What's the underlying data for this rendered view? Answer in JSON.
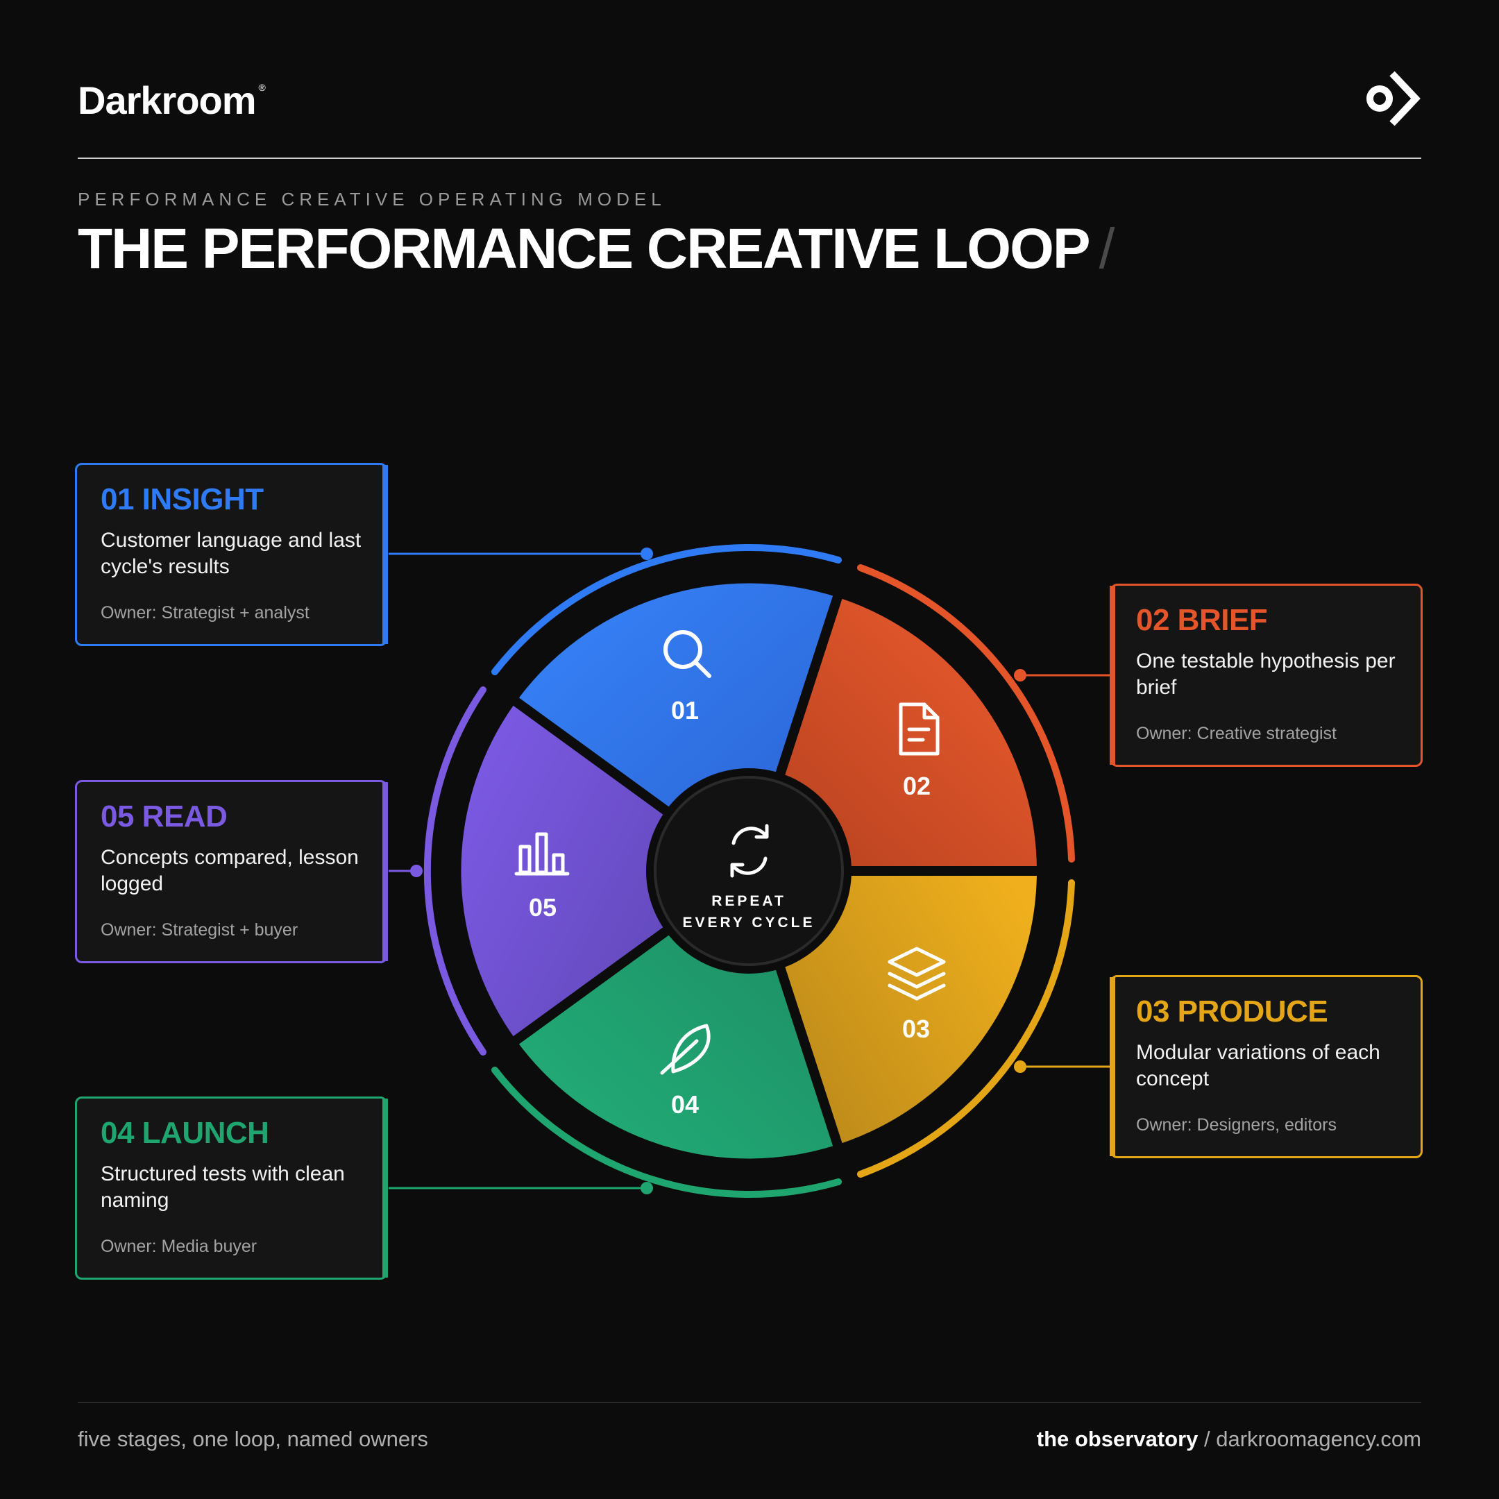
{
  "header": {
    "brand": "Darkroom",
    "brand_mark": "®",
    "logo_icon": "darkroom-arrow-logo-icon"
  },
  "eyebrow": "PERFORMANCE CREATIVE OPERATING MODEL",
  "title": "THE PERFORMANCE CREATIVE LOOP",
  "title_slash": "/",
  "center": {
    "icon": "refresh-icon",
    "line1": "REPEAT",
    "line2": "EVERY CYCLE"
  },
  "stages": [
    {
      "number": "01",
      "heading": "01 INSIGHT",
      "description": "Customer language and last cycle's results",
      "owner": "Owner: Strategist + analyst",
      "icon": "search-icon",
      "color": "#2f7bf5"
    },
    {
      "number": "02",
      "heading": "02 BRIEF",
      "description": "One testable hypothesis per brief",
      "owner": "Owner: Creative strategist",
      "icon": "document-icon",
      "color": "#e4552a"
    },
    {
      "number": "03",
      "heading": "03 PRODUCE",
      "description": "Modular variations of each concept",
      "owner": "Owner: Designers, editors",
      "icon": "layers-icon",
      "color": "#e4a617"
    },
    {
      "number": "04",
      "heading": "04 LAUNCH",
      "description": "Structured tests with clean naming",
      "owner": "Owner: Media buyer",
      "icon": "feather-icon",
      "color": "#1fa56f"
    },
    {
      "number": "05",
      "heading": "05 READ",
      "description": "Concepts compared, lesson logged",
      "owner": "Owner: Strategist + buyer",
      "icon": "bar-chart-icon",
      "color": "#7a5ae0"
    }
  ],
  "footer": {
    "tagline": "five stages, one loop, named owners",
    "source_bold": "the observatory",
    "source_sep": " / ",
    "source_url": "darkroomagency.com"
  }
}
